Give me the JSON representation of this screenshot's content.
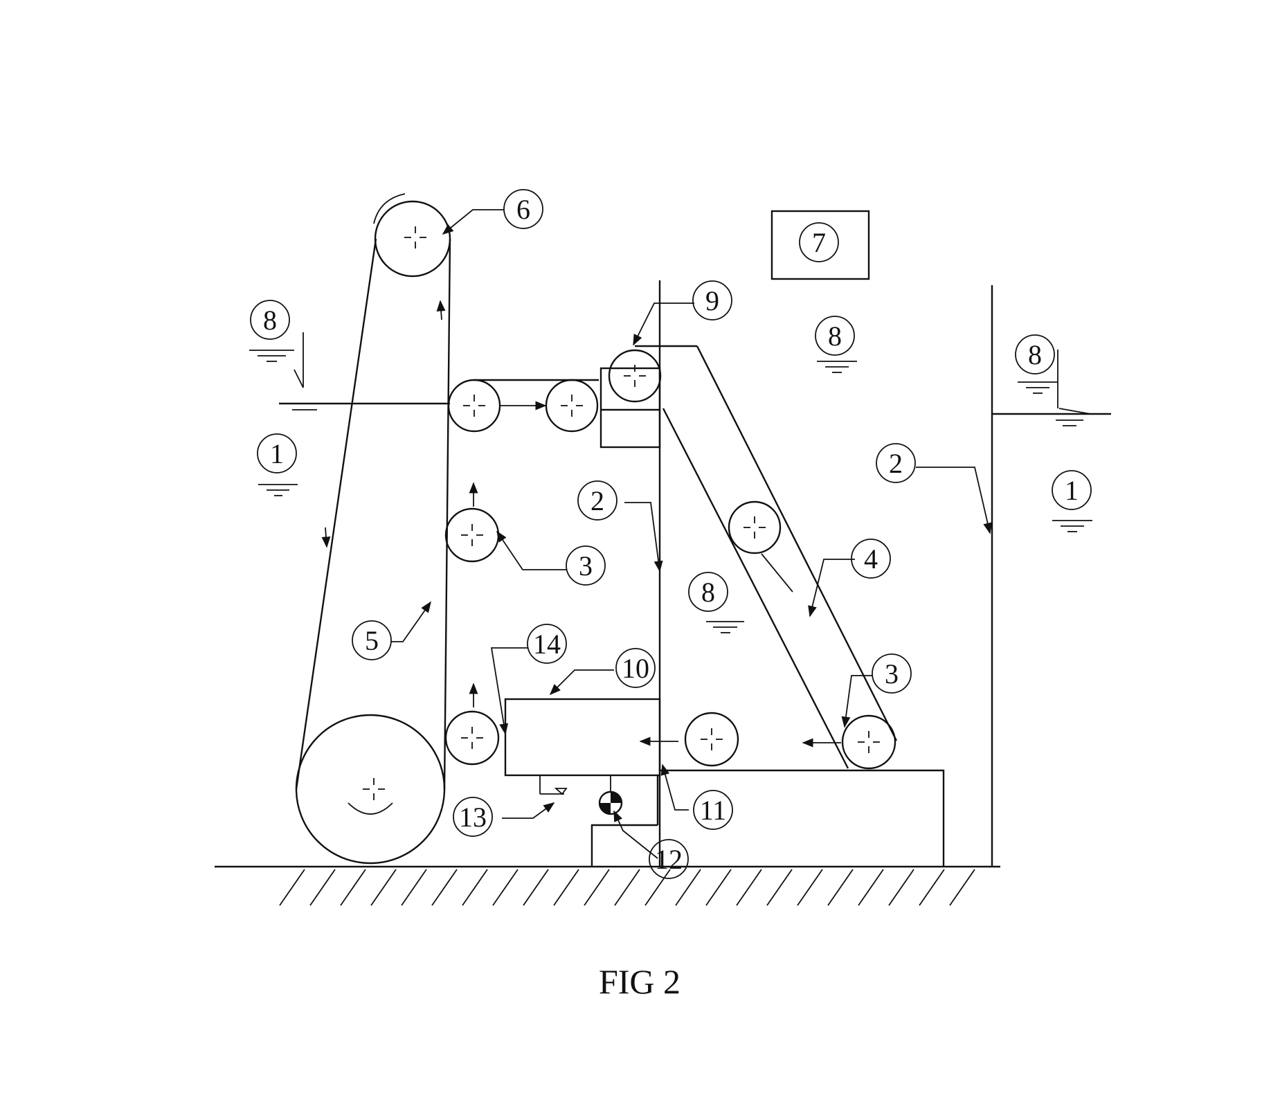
{
  "figure": {
    "caption": "FIG 2",
    "labels": {
      "l1_left": "1",
      "l1_right": "1",
      "l2_left": "2",
      "l2_right": "2",
      "l3_left": "3",
      "l3_right": "3",
      "l4": "4",
      "l5": "5",
      "l6": "6",
      "l7": "7",
      "l8_left": "8",
      "l8_top": "8",
      "l8_right": "8",
      "l8_mid": "8",
      "l9": "9",
      "l10": "10",
      "l11": "11",
      "l12": "12",
      "l13": "13",
      "l14": "14"
    }
  }
}
